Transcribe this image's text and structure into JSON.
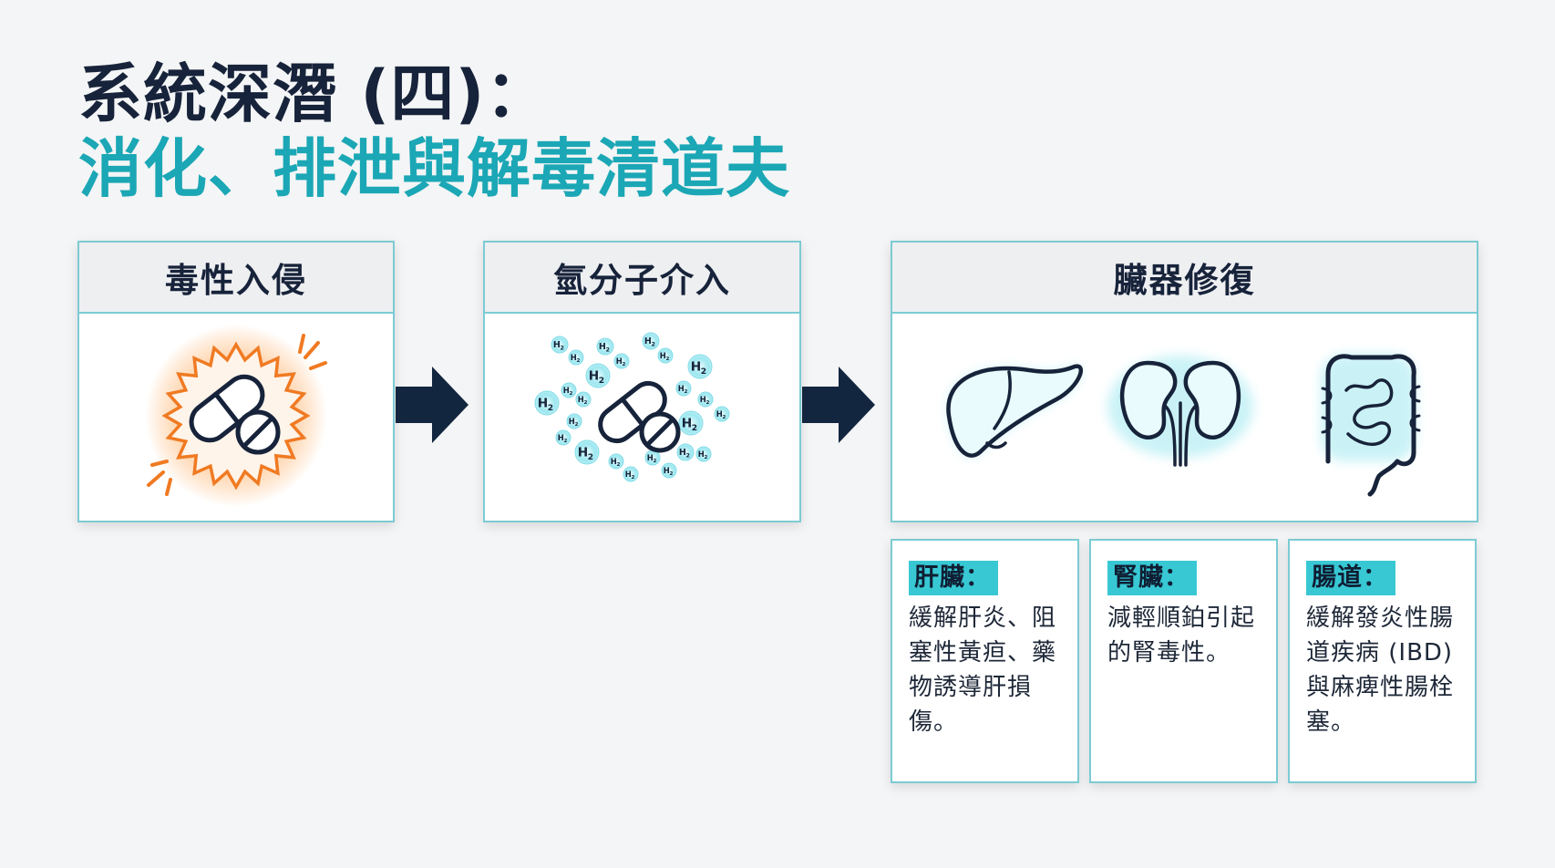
{
  "title": {
    "line1": "系統深潛 (四)：",
    "line2": "消化、排泄與解毒清道夫"
  },
  "colors": {
    "navy": "#17233a",
    "teal": "#1ba7b5",
    "cyan_tag": "#38c8d4",
    "toxic_orange": "#f07a22",
    "h2_glow": "#5fd8e6"
  },
  "stages": [
    {
      "label": "毒性入侵",
      "icon": "toxic-pill-burst-icon"
    },
    {
      "label": "氫分子介入",
      "icon": "hydrogen-molecules-pill-icon"
    },
    {
      "label": "臟器修復",
      "icons": [
        "liver-icon",
        "kidneys-icon",
        "intestine-icon"
      ]
    }
  ],
  "h2_label": "H",
  "h2_subscript": "2",
  "details": [
    {
      "tag": "肝臟：",
      "text": "緩解肝炎、阻塞性黃疸、藥物誘導肝損傷。"
    },
    {
      "tag": "腎臟：",
      "text": "減輕順鉑引起的腎毒性。"
    },
    {
      "tag": "腸道：",
      "text": "緩解發炎性腸道疾病 (IBD) 與麻痺性腸栓塞。"
    }
  ]
}
